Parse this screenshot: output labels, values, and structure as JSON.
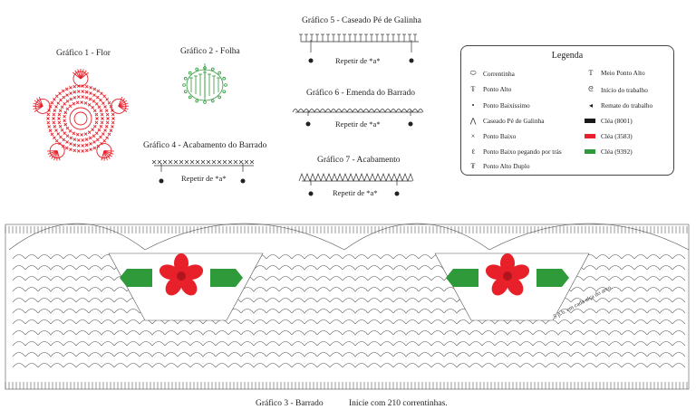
{
  "charts": {
    "g1": {
      "title": "Gráfico 1 - Flor"
    },
    "g2": {
      "title": "Gráfico 2 - Folha"
    },
    "g4": {
      "title": "Gráfico 4 - Acabamento do Barrado",
      "repeat": "Repetir de *a*"
    },
    "g5": {
      "title": "Gráfico 5 - Caseado Pé de Galinha",
      "repeat": "Repetir de *a*"
    },
    "g6": {
      "title": "Gráfico 6 - Emenda do Barrado",
      "repeat": "Repetir de *a*"
    },
    "g7": {
      "title": "Gráfico 7 - Acabamento",
      "repeat": "Repetir de *a*"
    },
    "g3": {
      "title": "Gráfico 3 - Barrado",
      "note": "Inicie com 210 correntinhas.",
      "side_note": "5 p.b. em cada alça do arco."
    }
  },
  "legend": {
    "title": "Legenda",
    "left": [
      {
        "symbol": "chain-icon",
        "label": "Correntinha"
      },
      {
        "symbol": "double-crochet-icon",
        "label": "Ponto Alto"
      },
      {
        "symbol": "slip-stitch-icon",
        "label": "Ponto Baixíssimo"
      },
      {
        "symbol": "crows-foot-icon",
        "label": "Caseado Pé de Galinha"
      },
      {
        "symbol": "single-crochet-icon",
        "label": "Ponto Baixo"
      },
      {
        "symbol": "back-loop-sc-icon",
        "label": "Ponto Baixo pegando por trás"
      },
      {
        "symbol": "treble-crochet-icon",
        "label": "Ponto Alto Duplo"
      }
    ],
    "right": [
      {
        "symbol": "half-double-crochet-icon",
        "label": "Meio Ponto Alto"
      },
      {
        "symbol": "start-icon",
        "label": "Início do trabalho"
      },
      {
        "symbol": "finish-icon",
        "label": "Remate do trabalho"
      },
      {
        "swatch": "#1a1a1a",
        "label": "Cléa (8001)"
      },
      {
        "swatch": "#e8202a",
        "label": "Cléa (3583)"
      },
      {
        "swatch": "#2e9a3a",
        "label": "Cléa (9392)"
      }
    ]
  },
  "colors": {
    "flower": "#e8202a",
    "leaf": "#2e9a3a",
    "ink": "#333333"
  }
}
